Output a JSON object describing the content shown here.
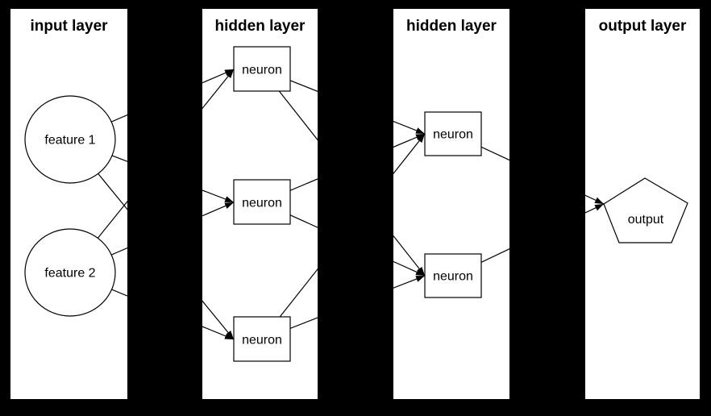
{
  "diagram": {
    "type": "feedforward-neural-network",
    "colors": {
      "background": "#000000",
      "panel_fill": "#ffffff",
      "stroke": "#000000",
      "text": "#000000"
    },
    "layers": [
      {
        "title": "input layer",
        "nodes": [
          {
            "label": "feature 1",
            "shape": "circle"
          },
          {
            "label": "feature 2",
            "shape": "circle"
          }
        ]
      },
      {
        "title": "hidden layer",
        "nodes": [
          {
            "label": "neuron",
            "shape": "box"
          },
          {
            "label": "neuron",
            "shape": "box"
          },
          {
            "label": "neuron",
            "shape": "box"
          }
        ]
      },
      {
        "title": "hidden layer",
        "nodes": [
          {
            "label": "neuron",
            "shape": "box"
          },
          {
            "label": "neuron",
            "shape": "box"
          }
        ]
      },
      {
        "title": "output layer",
        "nodes": [
          {
            "label": "output",
            "shape": "pentagon"
          }
        ]
      }
    ],
    "edge_format": "[from_layer, from_node, to_layer, to_node]",
    "edges": [
      [
        0,
        0,
        1,
        0
      ],
      [
        0,
        0,
        1,
        1
      ],
      [
        0,
        0,
        1,
        2
      ],
      [
        0,
        1,
        1,
        0
      ],
      [
        0,
        1,
        1,
        1
      ],
      [
        0,
        1,
        1,
        2
      ],
      [
        1,
        0,
        2,
        0
      ],
      [
        1,
        0,
        2,
        1
      ],
      [
        1,
        1,
        2,
        0
      ],
      [
        1,
        1,
        2,
        1
      ],
      [
        1,
        2,
        2,
        0
      ],
      [
        1,
        2,
        2,
        1
      ],
      [
        2,
        0,
        3,
        0
      ],
      [
        2,
        1,
        3,
        0
      ]
    ]
  }
}
